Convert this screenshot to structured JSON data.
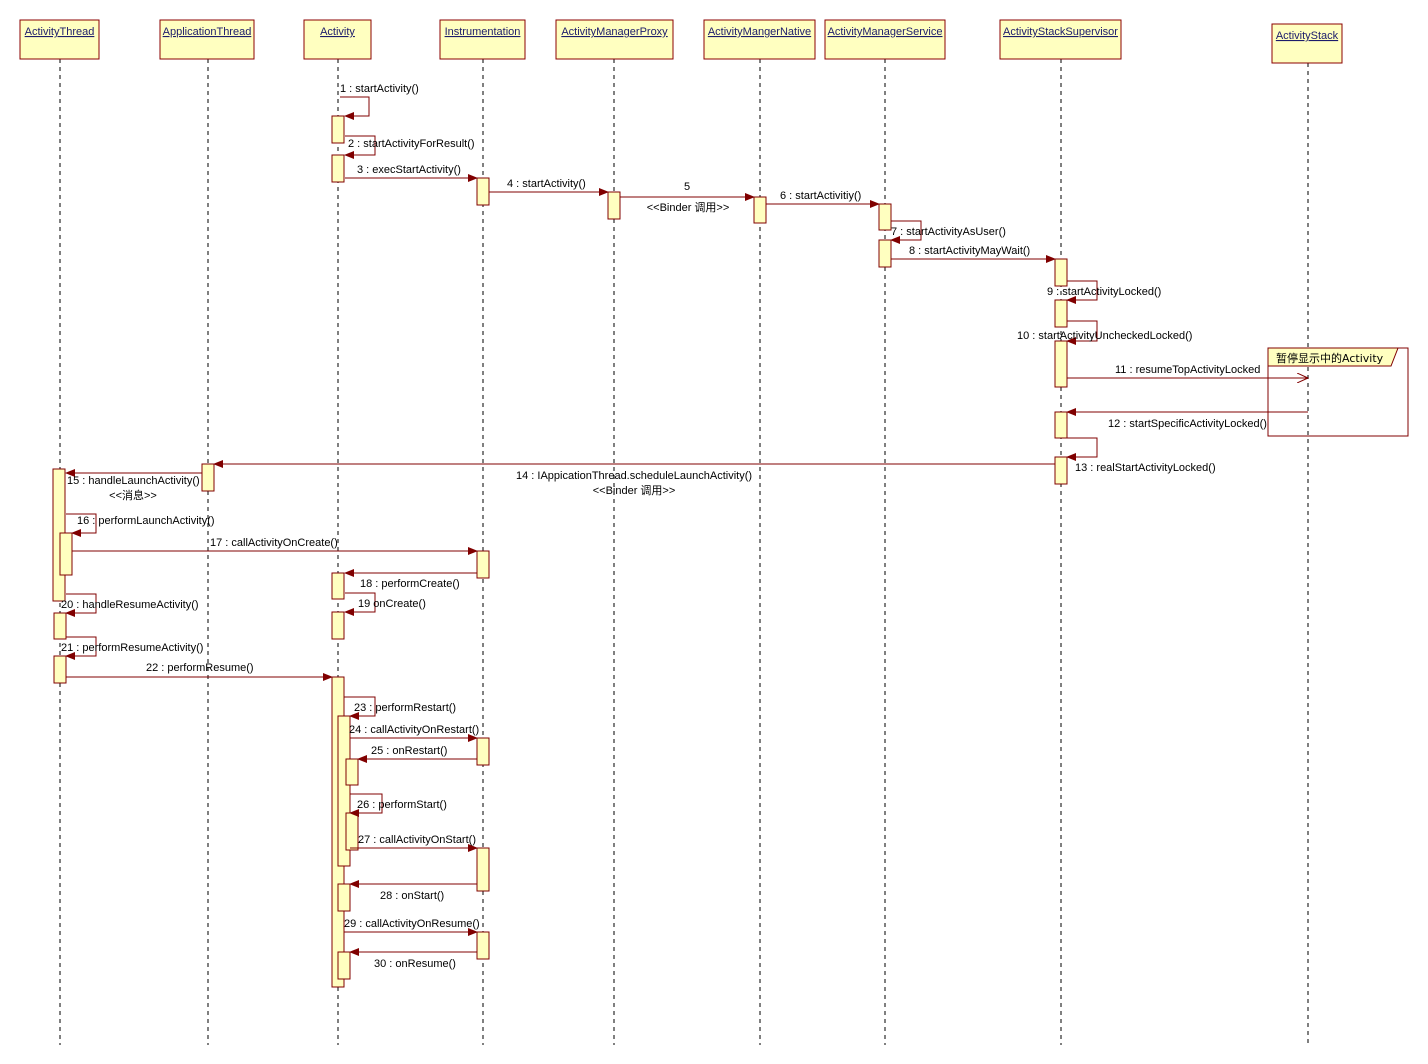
{
  "participants": [
    {
      "id": "at",
      "name": "ActivityThread"
    },
    {
      "id": "apt",
      "name": "ApplicationThread"
    },
    {
      "id": "act",
      "name": "Activity"
    },
    {
      "id": "ins",
      "name": "Instrumentation"
    },
    {
      "id": "amp",
      "name": "ActivityManagerProxy"
    },
    {
      "id": "amn",
      "name": "ActivityMangerNative"
    },
    {
      "id": "ams",
      "name": "ActivityManagerService"
    },
    {
      "id": "ass",
      "name": "ActivityStackSupervisor"
    },
    {
      "id": "as",
      "name": "ActivityStack"
    }
  ],
  "messages": [
    {
      "from": "act",
      "to": "act",
      "label": "1 : startActivity()"
    },
    {
      "from": "act",
      "to": "act",
      "label": "2 : startActivityForResult()"
    },
    {
      "from": "act",
      "to": "ins",
      "label": "3 : execStartActivity()"
    },
    {
      "from": "ins",
      "to": "amp",
      "label": "4 : startActivity()"
    },
    {
      "from": "amp",
      "to": "amn",
      "label": "5",
      "sublabel": "<<Binder 调用>>"
    },
    {
      "from": "amn",
      "to": "ams",
      "label": "6 : startActivitiy()"
    },
    {
      "from": "ams",
      "to": "ams",
      "label": "7 : startActivityAsUser()"
    },
    {
      "from": "ams",
      "to": "ass",
      "label": "8 : startActivityMayWait()"
    },
    {
      "from": "ass",
      "to": "ass",
      "label": "9 : startActivityLocked()"
    },
    {
      "from": "ass",
      "to": "ass",
      "label": "10 : startActivityUncheckedLocked()"
    },
    {
      "from": "ass",
      "to": "as",
      "label": "11 : resumeTopActivityLocked"
    },
    {
      "from": "as",
      "to": "ass",
      "label": "12 : startSpecificActivityLocked()"
    },
    {
      "from": "ass",
      "to": "ass",
      "label": "13 : realStartActivityLocked()"
    },
    {
      "from": "ass",
      "to": "apt",
      "label": "14 : IAppicationThread.scheduleLaunchActivity()",
      "sublabel": "<<Binder 调用>>"
    },
    {
      "from": "apt",
      "to": "at",
      "label": "15 : handleLaunchActivity()",
      "sublabel": "<<消息>>"
    },
    {
      "from": "at",
      "to": "at",
      "label": "16 : performLaunchActivity()"
    },
    {
      "from": "at",
      "to": "ins",
      "label": "17 : callActivityOnCreate()"
    },
    {
      "from": "ins",
      "to": "act",
      "label": "18 : performCreate()"
    },
    {
      "from": "act",
      "to": "act",
      "label": "19  onCreate()"
    },
    {
      "from": "at",
      "to": "at",
      "label": "20 : handleResumeActivity()"
    },
    {
      "from": "at",
      "to": "at",
      "label": "21 : performResumeActivity()"
    },
    {
      "from": "at",
      "to": "act",
      "label": "22 : performResume()"
    },
    {
      "from": "act",
      "to": "act",
      "label": "23 : performRestart()"
    },
    {
      "from": "act",
      "to": "ins",
      "label": "24 : callActivityOnRestart()"
    },
    {
      "from": "ins",
      "to": "act",
      "label": "25 : onRestart()"
    },
    {
      "from": "act",
      "to": "act",
      "label": "26 : performStart()"
    },
    {
      "from": "act",
      "to": "ins",
      "label": "27 : callActivityOnStart()"
    },
    {
      "from": "ins",
      "to": "act",
      "label": "28 : onStart()"
    },
    {
      "from": "act",
      "to": "ins",
      "label": "29 : callActivityOnResume()"
    },
    {
      "from": "ins",
      "to": "act",
      "label": "30 : onResume()"
    }
  ],
  "note": {
    "text": "暂停显示中的Activity"
  },
  "colors": {
    "participant_fill": "#ffffc0",
    "participant_border": "#8b0000",
    "lifeline": "#000000",
    "arrow": "#800000",
    "activation_fill": "#ffffc0",
    "activation_border": "#800000"
  }
}
